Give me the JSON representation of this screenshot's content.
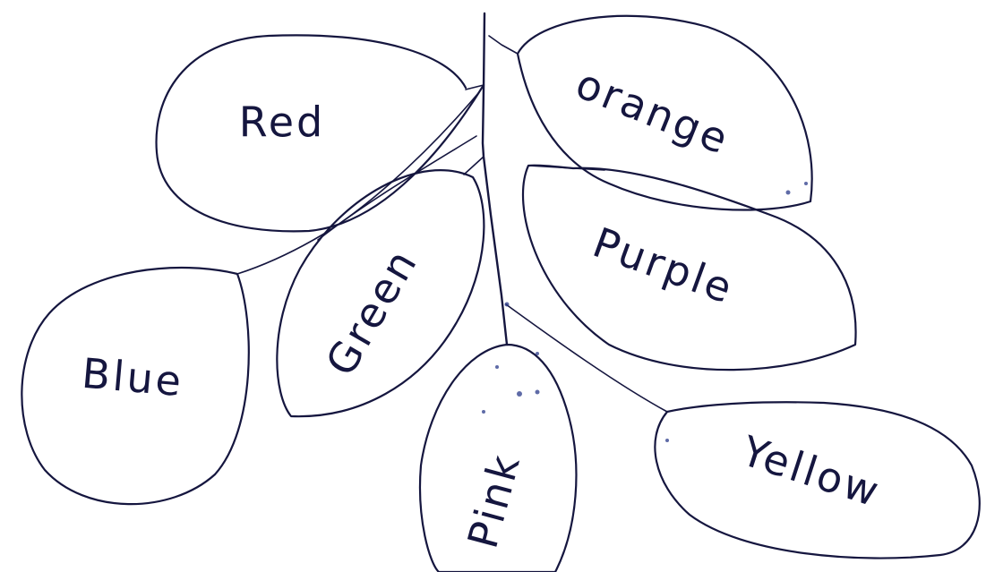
{
  "diagram": {
    "leaves": {
      "red": "Red",
      "orange": "orange",
      "blue": "Blue",
      "green": "Green",
      "purple": "Purple",
      "pink": "Pink",
      "yellow": "Yellow"
    }
  }
}
